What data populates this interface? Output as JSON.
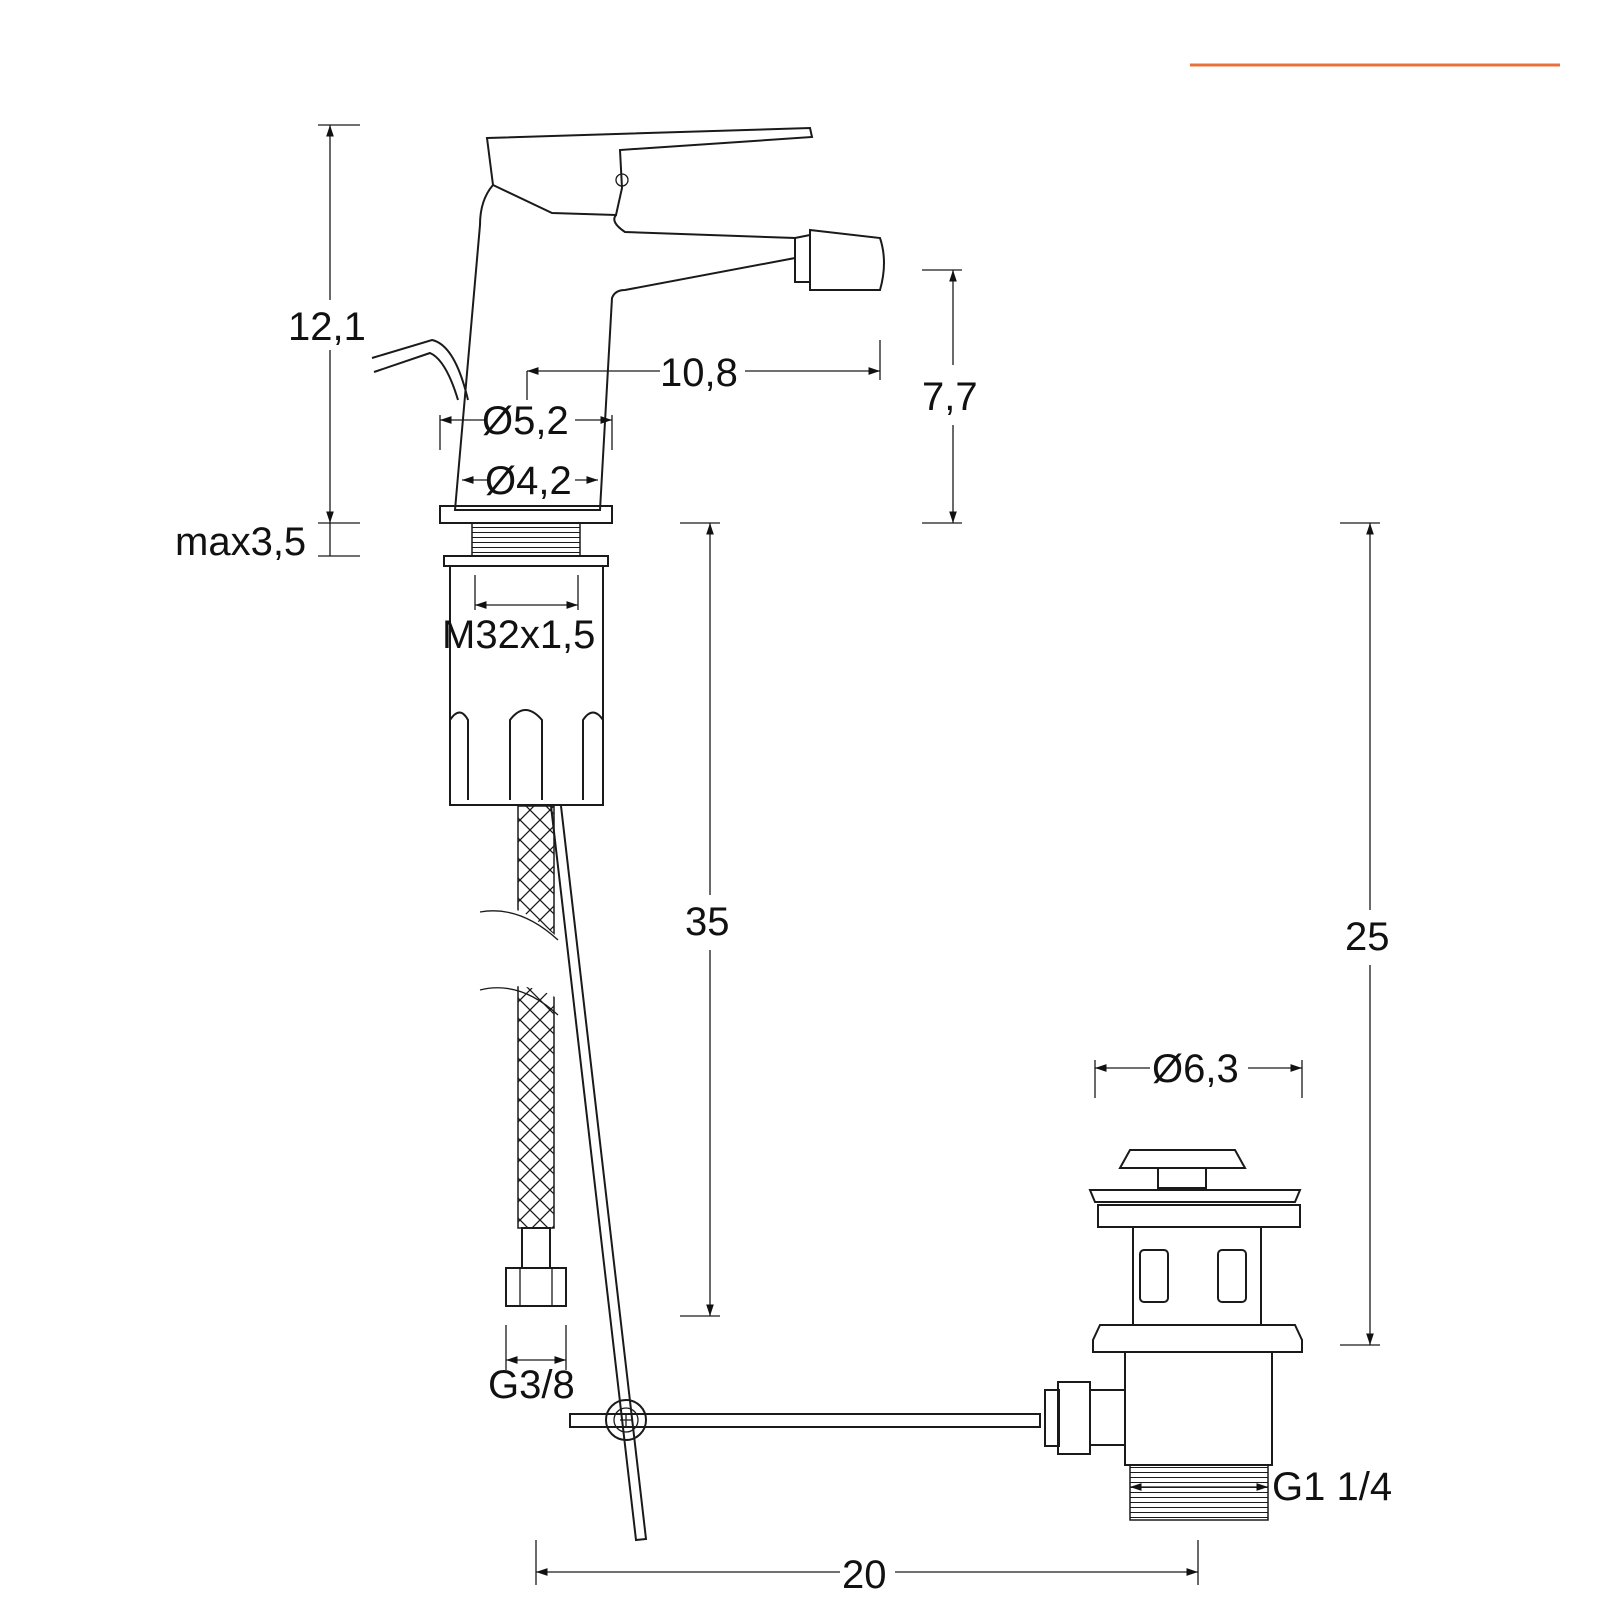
{
  "accent_color": "#e8703a",
  "dimensions": {
    "height_total": "12,1",
    "spout_reach": "10,8",
    "spout_height": "7,7",
    "body_diameter_top": "Ø5,2",
    "body_diameter_base": "Ø4,2",
    "max_deck_thickness": "max3,5",
    "thread": "M32x1,5",
    "hose_length": "35",
    "drain_height": "25",
    "drain_diameter": "Ø6,3",
    "hose_connection": "G3/8",
    "drain_connection": "G1 1/4",
    "distance_faucet_drain": "20"
  }
}
